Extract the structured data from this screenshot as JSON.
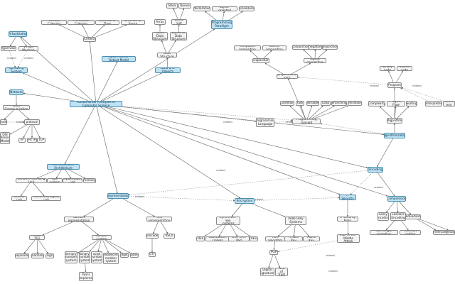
{
  "diagram": {
    "related_label": "related",
    "nodes": [
      {
        "id": "fund",
        "label": "Fundamental Principles of Computer Science",
        "key": true
      },
      {
        "id": "virtualization",
        "label": "Virtualization",
        "key": true
      },
      {
        "id": "hypervisor",
        "label": "Hypervisor"
      },
      {
        "id": "virtual_machine",
        "label": "Virtual Machine"
      },
      {
        "id": "os",
        "label": "Operating System",
        "key": true
      },
      {
        "id": "network",
        "label": "Network",
        "key": true
      },
      {
        "id": "data_comm",
        "label": "Data Communication"
      },
      {
        "id": "node",
        "label": "node"
      },
      {
        "id": "protocol",
        "label": "protocol"
      },
      {
        "id": "osi",
        "label": "OSI\nReference\nModel"
      },
      {
        "id": "ip",
        "label": "IP"
      },
      {
        "id": "http",
        "label": "HTTP"
      },
      {
        "id": "tcp",
        "label": "TCP"
      },
      {
        "id": "vertical_criterion",
        "label": "Vertical Criterion"
      },
      {
        "id": "horizontal_criterion",
        "label": "Horizontal Criterion"
      },
      {
        "id": "criterion_time",
        "label": "Criterion of Time"
      },
      {
        "id": "criterion_sense",
        "label": "Criterion of Sense"
      },
      {
        "id": "criteria",
        "label": "Criteria"
      },
      {
        "id": "io_model",
        "label": "Input-Process-Output Model",
        "key": true
      },
      {
        "id": "stack",
        "label": "Stack"
      },
      {
        "id": "queue",
        "label": "Queue"
      },
      {
        "id": "array",
        "label": "Array"
      },
      {
        "id": "linear_list",
        "label": "Linear List"
      },
      {
        "id": "static_ds",
        "label": "Static\nData Structure"
      },
      {
        "id": "dynamic_ds",
        "label": "Dynamic\nData Structure"
      },
      {
        "id": "data_structure",
        "label": "Data Structure"
      },
      {
        "id": "data_objects",
        "label": "Data and Objects",
        "key": true
      },
      {
        "id": "declarative",
        "label": "declarative"
      },
      {
        "id": "object_oriented",
        "label": "object-oriented"
      },
      {
        "id": "procedural",
        "label": "procedural"
      },
      {
        "id": "prog_paradigm",
        "label": "Programming\nParadigm",
        "key": true
      },
      {
        "id": "compound_prop",
        "label": "compound proposition"
      },
      {
        "id": "atomic_prop",
        "label": "atomic proposition"
      },
      {
        "id": "conjunction",
        "label": "conjunction"
      },
      {
        "id": "negation",
        "label": "negation"
      },
      {
        "id": "disjunction",
        "label": "disjunction"
      },
      {
        "id": "proposition",
        "label": "proposition"
      },
      {
        "id": "logical_connective",
        "label": "logical connective"
      },
      {
        "id": "prop_logic",
        "label": "propositional logic"
      },
      {
        "id": "binary_code",
        "label": "binary code"
      },
      {
        "id": "source_code",
        "label": "source code"
      },
      {
        "id": "program",
        "label": "Program"
      },
      {
        "id": "condition",
        "label": "Condition"
      },
      {
        "id": "task",
        "label": "Task"
      },
      {
        "id": "variable",
        "label": "Variable"
      },
      {
        "id": "loop",
        "label": "Loop"
      },
      {
        "id": "branching",
        "label": "Branching"
      },
      {
        "id": "iteration",
        "label": "Iteration"
      },
      {
        "id": "complexity",
        "label": "Complexity"
      },
      {
        "id": "program_flow",
        "label": "Program Flow"
      },
      {
        "id": "sorting",
        "label": "Sorting"
      },
      {
        "id": "interpreter",
        "label": "interpreter"
      },
      {
        "id": "runtime_env",
        "label": "runtime env"
      },
      {
        "id": "prog_language",
        "label": "Programming\nLanguage"
      },
      {
        "id": "prog_concept",
        "label": "Programming concept"
      },
      {
        "id": "algorithm",
        "label": "Algorithm"
      },
      {
        "id": "algorithmization",
        "label": "Algorithmization",
        "key": true
      },
      {
        "id": "von_neumann",
        "label": "Von Neumann Architecture",
        "key": true
      },
      {
        "id": "cpu",
        "label": "Central Processing Unit"
      },
      {
        "id": "bus_system",
        "label": "bus system"
      },
      {
        "id": "io_unit",
        "label": "input/output unit"
      },
      {
        "id": "memory",
        "label": "memory"
      },
      {
        "id": "control_unit",
        "label": "control unit"
      },
      {
        "id": "alu",
        "label": "Arithmetic/logical unit"
      },
      {
        "id": "encoding",
        "label": "Encoding",
        "key": true
      },
      {
        "id": "representation",
        "label": "Representation",
        "key": true
      },
      {
        "id": "number_rep",
        "label": "Number representation"
      },
      {
        "id": "ieee754",
        "label": "IEEE 754"
      },
      {
        "id": "exponent",
        "label": "exponent"
      },
      {
        "id": "mantissa",
        "label": "mantissa"
      },
      {
        "id": "sign",
        "label": "sign"
      },
      {
        "id": "number_system",
        "label": "number system"
      },
      {
        "id": "ternary_ns",
        "label": "ternary\nnumber\nsystem"
      },
      {
        "id": "binary_ns",
        "label": "binary\nnumber\nsystem"
      },
      {
        "id": "octal_ns",
        "label": "octal\nnumber\nsystem"
      },
      {
        "id": "hex_ns",
        "label": "hexadecimal\nnumber\nsystem"
      },
      {
        "id": "digit",
        "label": "digit"
      },
      {
        "id": "base",
        "label": "base"
      },
      {
        "id": "twos_complement",
        "label": "Two's\ncomplement"
      },
      {
        "id": "text_rep",
        "label": "Text representation"
      },
      {
        "id": "unicode",
        "label": "Unicode"
      },
      {
        "id": "ascii",
        "label": "ASCII"
      },
      {
        "id": "utf",
        "label": "UTF"
      },
      {
        "id": "encryption",
        "label": "Encryption",
        "key": true
      },
      {
        "id": "symmetric",
        "label": "Symmetric-key\nsystems"
      },
      {
        "id": "public_key_sys",
        "label": "Public-key\nSystems"
      },
      {
        "id": "des",
        "label": "DES"
      },
      {
        "id": "substitution",
        "label": "Substitution ciphers"
      },
      {
        "id": "otp",
        "label": "One-Time Pad"
      },
      {
        "id": "aes",
        "label": "AES"
      },
      {
        "id": "rsa",
        "label": "RSA algorithm"
      },
      {
        "id": "private_key",
        "label": "Private Key"
      },
      {
        "id": "public_key",
        "label": "Public Key"
      },
      {
        "id": "pgp",
        "label": "PGP"
      },
      {
        "id": "digital_sig",
        "label": "Digital\nSignatures"
      },
      {
        "id": "web_trust",
        "label": "Web of\nTrust"
      },
      {
        "id": "it_security",
        "label": "IT Security",
        "key": true
      },
      {
        "id": "it_risks",
        "label": "IT Security Risks"
      },
      {
        "id": "mitm",
        "label": "Man-in-the-Middle\nAttack"
      },
      {
        "id": "compression",
        "label": "Compression",
        "key": true
      },
      {
        "id": "lossy",
        "label": "Lossy\nEncoding"
      },
      {
        "id": "lossless",
        "label": "Lossless\nEncoding"
      },
      {
        "id": "redundancy",
        "label": "Redundancy"
      },
      {
        "id": "rle",
        "label": "Run-length encoding"
      },
      {
        "id": "huffman",
        "label": "Huffman coding"
      },
      {
        "id": "irrelevant",
        "label": "irrelevant"
      },
      {
        "id": "partial",
        "label": "partially"
      }
    ]
  }
}
